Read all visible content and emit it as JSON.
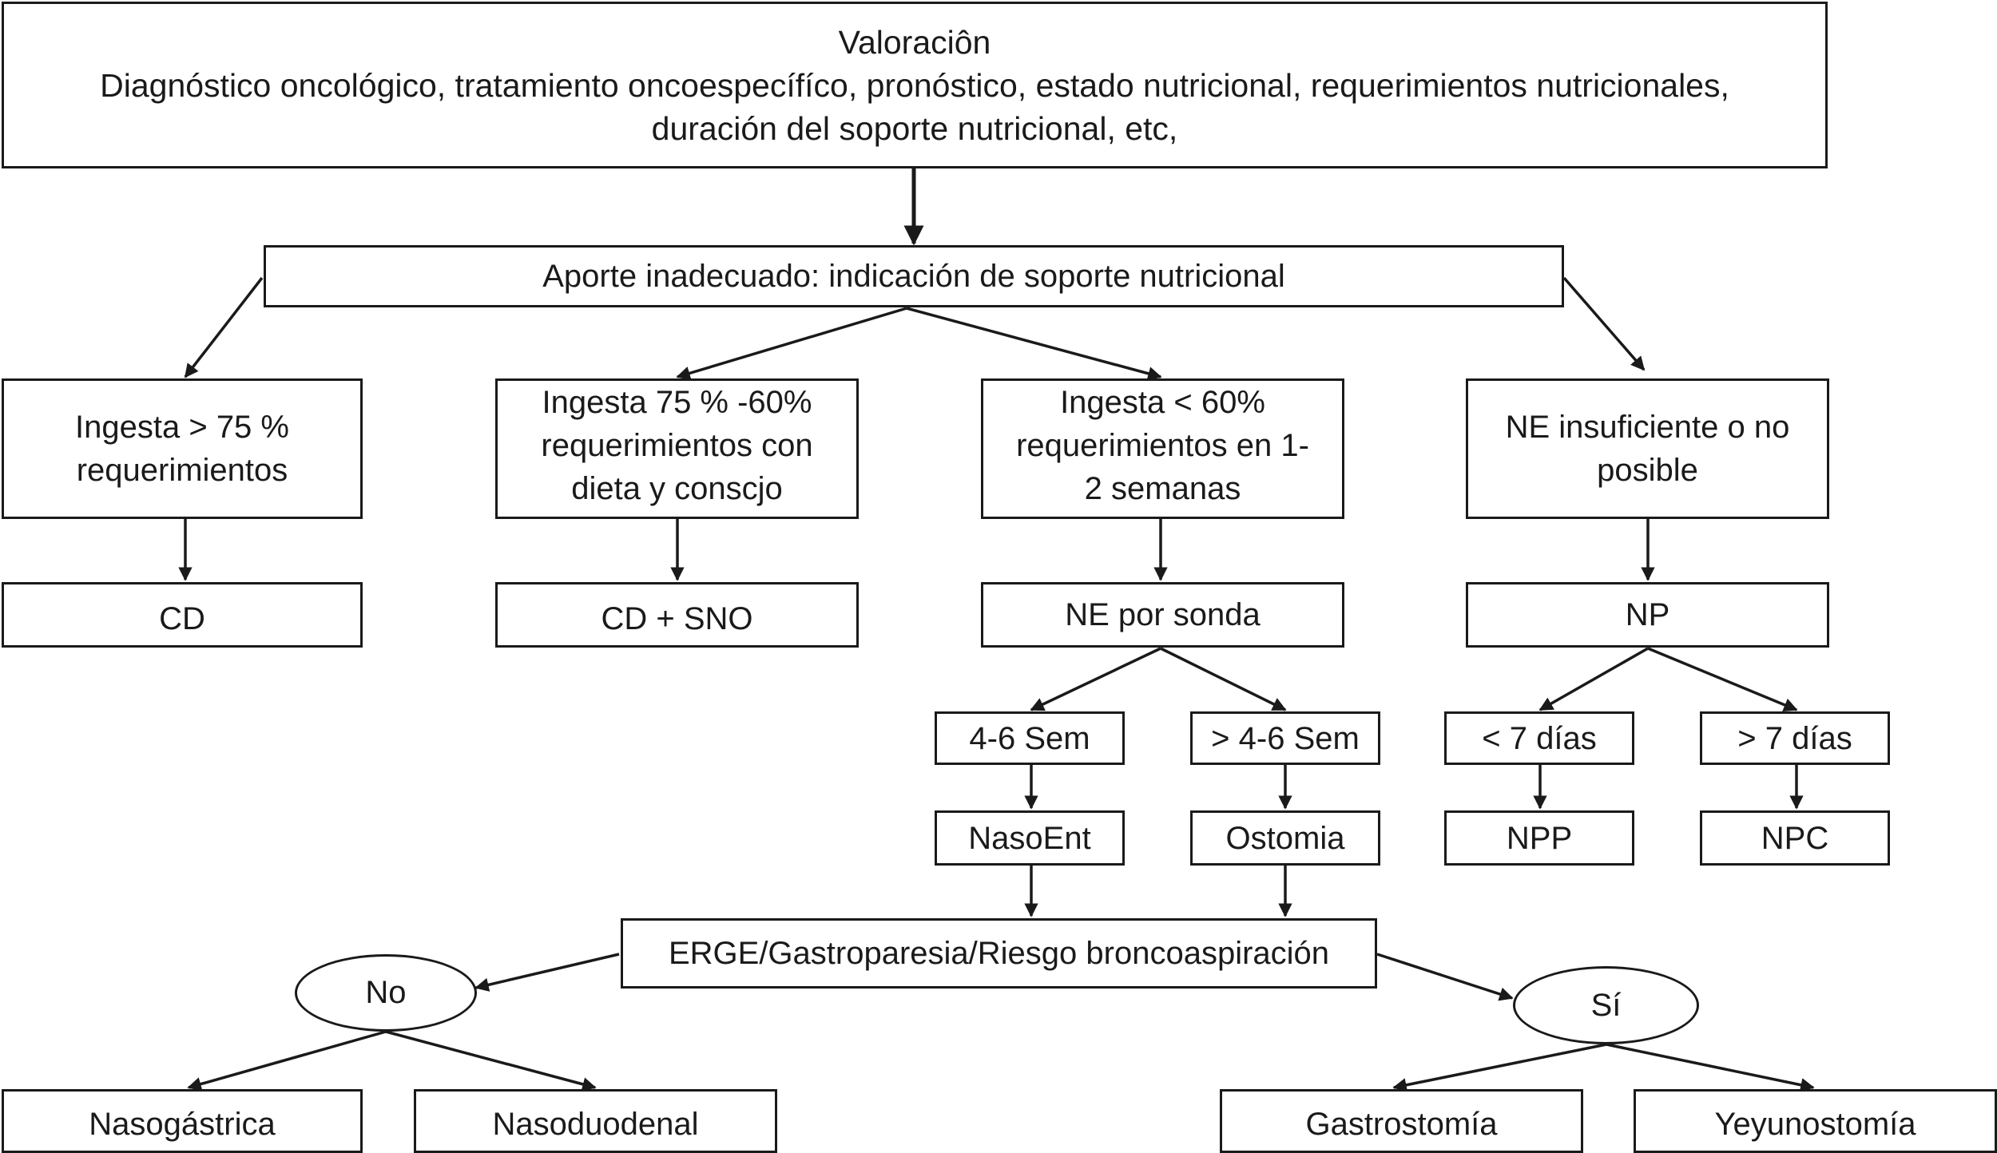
{
  "colors": {
    "stroke": "#1a1a1a",
    "background": "#ffffff"
  },
  "nodes": {
    "valoracion": {
      "title": "Valoraciôn",
      "line1": "Diagnóstico oncológico, tratamiento oncoespecífíco, pronóstico, estado nutricional, requerimientos nutricionales,",
      "line2": "duración del soporte nutricional, etc,"
    },
    "aporte": {
      "label": "Aporte inadecuado: indicación de soporte nutricional"
    },
    "ingesta75": {
      "line1": "Ingesta > 75 %",
      "line2": "requerimientos"
    },
    "ingesta75_60": {
      "line1": "Ingesta 75 % -60%",
      "line2": "requerimientos con",
      "line3": "dieta y conscjo"
    },
    "ingesta60": {
      "line1": "Ingesta < 60%",
      "line2": "requerimientos en 1-",
      "line3": "2 semanas"
    },
    "ne_insuficiente": {
      "line1": "NE insuficiente o no",
      "line2": "posible"
    },
    "cd": {
      "label": "CD"
    },
    "cd_sno": {
      "label": "CD + SNO"
    },
    "ne_sonda": {
      "label": "NE por sonda"
    },
    "np": {
      "label": "NP"
    },
    "sem_4_6": {
      "label": "4-6 Sem"
    },
    "sem_gt_4_6": {
      "label": "> 4-6 Sem"
    },
    "dias_lt_7": {
      "label": "< 7 días"
    },
    "dias_gt_7": {
      "label": "> 7 días"
    },
    "nasoent": {
      "label": "NasoEnt"
    },
    "ostomia": {
      "label": "Ostomia"
    },
    "npp": {
      "label": "NPP"
    },
    "npc": {
      "label": "NPC"
    },
    "erge": {
      "label": "ERGE/Gastroparesia/Riesgo broncoaspiración"
    },
    "no": {
      "label": "No"
    },
    "si": {
      "label": "Sí"
    },
    "nasogastrica": {
      "label": "Nasogástrica"
    },
    "nasoduodenal": {
      "label": "Nasoduodenal"
    },
    "gastrostomia": {
      "label": "Gastrostomía"
    },
    "yeyunostomia": {
      "label": "Yeyunostomía"
    }
  }
}
